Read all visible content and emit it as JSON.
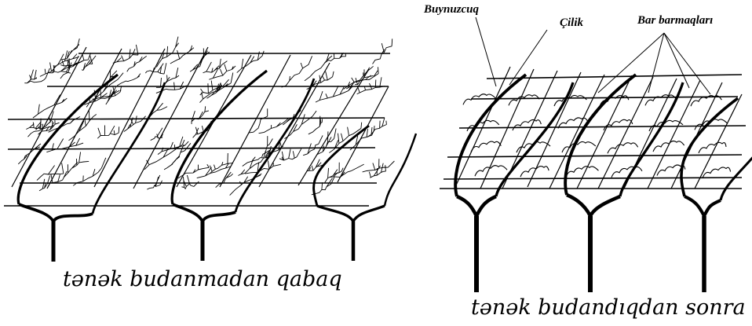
{
  "labels": {
    "buynuzcuq": "Buynuzcuq",
    "cilik": "Çilik",
    "bar_barmaqlari": "Bar barmaqları"
  },
  "captions": {
    "before": "tənək budanmadan qabaq",
    "after": "tənək budandıqdan sonra"
  }
}
